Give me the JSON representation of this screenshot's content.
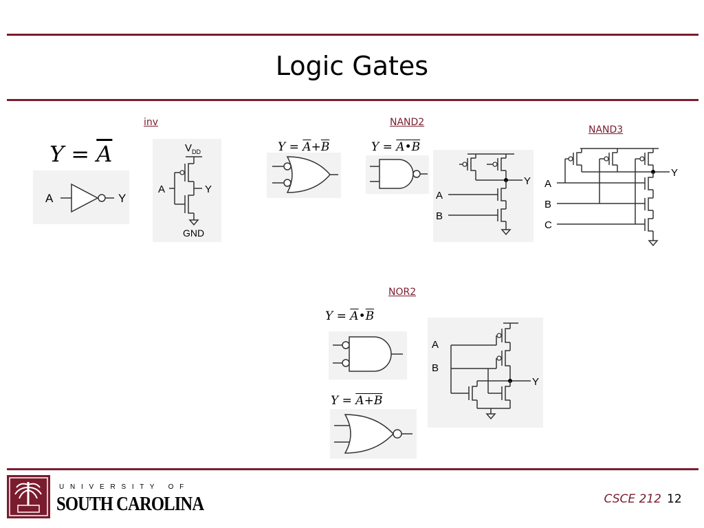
{
  "slide": {
    "title": "Logic Gates",
    "course": "CSCE 212",
    "slide_number": "12"
  },
  "links": {
    "inv": "inv",
    "nand2": "NAND2",
    "nand3": "NAND3",
    "nor2": "NOR2"
  },
  "equations": {
    "inv": {
      "lhs": "Y",
      "eq": "=",
      "rhs": "A"
    },
    "nand2_demorgan": {
      "lhs": "Y",
      "eq": "=",
      "a": "A",
      "op": "+",
      "b": "B"
    },
    "nand2": {
      "lhs": "Y",
      "eq": "=",
      "a": "A",
      "op": "•",
      "b": "B"
    },
    "nor2_demorgan": {
      "lhs": "Y",
      "eq": "=",
      "a": "A",
      "op": "•",
      "b": "B"
    },
    "nor2": {
      "lhs": "Y",
      "eq": "=",
      "a": "A",
      "op": "+",
      "b": "B"
    }
  },
  "labels": {
    "a": "A",
    "b": "B",
    "c": "C",
    "y": "Y",
    "vdd": "V",
    "vdd_sub": "DD",
    "gnd": "GND"
  },
  "footer": {
    "univ_top": "U N I V E R S I T Y   O F",
    "univ_main": "SOUTH CAROLINA"
  },
  "colors": {
    "accent": "#7a1c2e",
    "diagram_bg": "#f2f2f2"
  }
}
